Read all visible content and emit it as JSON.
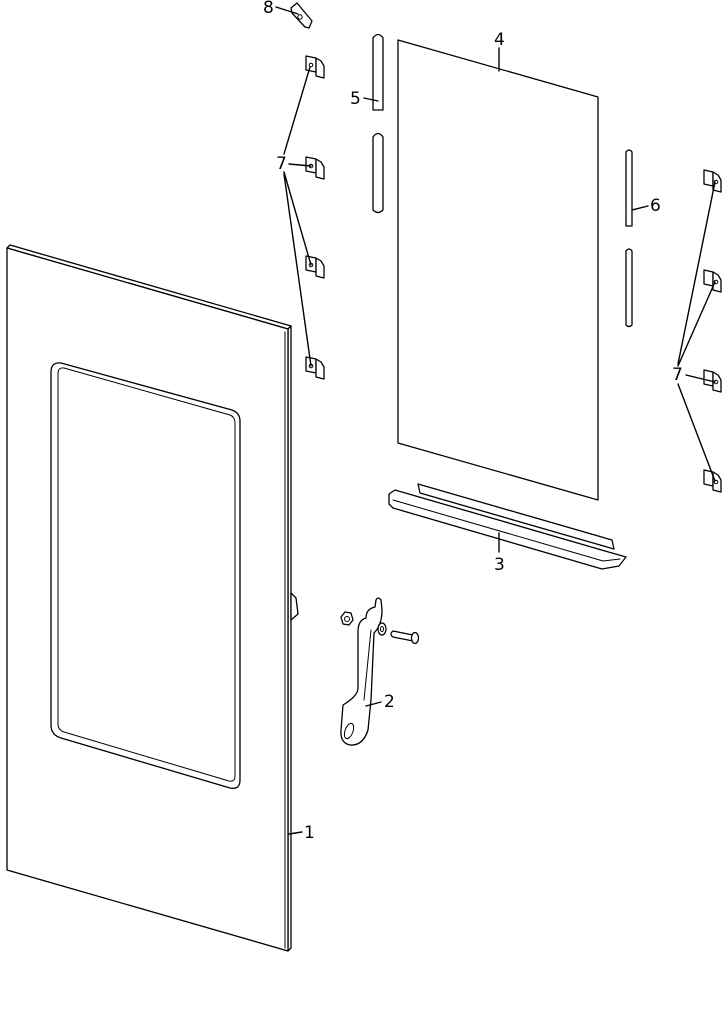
{
  "callouts": {
    "c1": "1",
    "c2": "2",
    "c3": "3",
    "c4": "4",
    "c5": "5",
    "c6": "6",
    "c7a": "7",
    "c7b": "7",
    "c8": "8"
  },
  "colors": {
    "line": "#000000",
    "background": "#ffffff"
  }
}
